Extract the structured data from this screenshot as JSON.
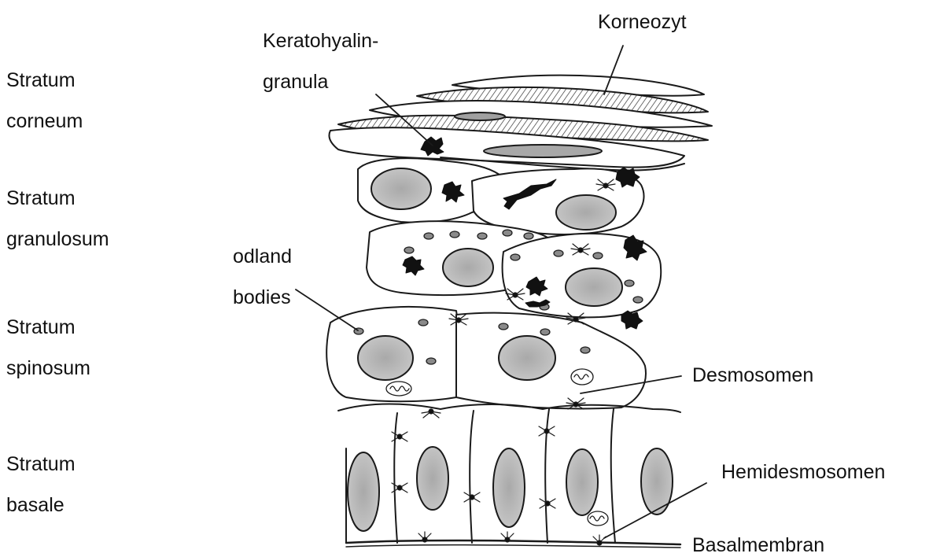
{
  "layers": {
    "corneum": [
      "Stratum",
      "corneum"
    ],
    "granulosum": [
      "Stratum",
      "granulosum"
    ],
    "spinosum": [
      "Stratum",
      "spinosum"
    ],
    "basale": [
      "Stratum",
      "basale"
    ]
  },
  "callouts": {
    "keratohyalin": [
      "Keratohyalin-",
      "granula"
    ],
    "korneozyt": "Korneozyt",
    "odland": [
      "odland",
      "bodies"
    ],
    "desmosomen": "Desmosomen",
    "hemidesmosomen": "Hemidesmosomen",
    "basalmembran": "Basalmembran"
  }
}
